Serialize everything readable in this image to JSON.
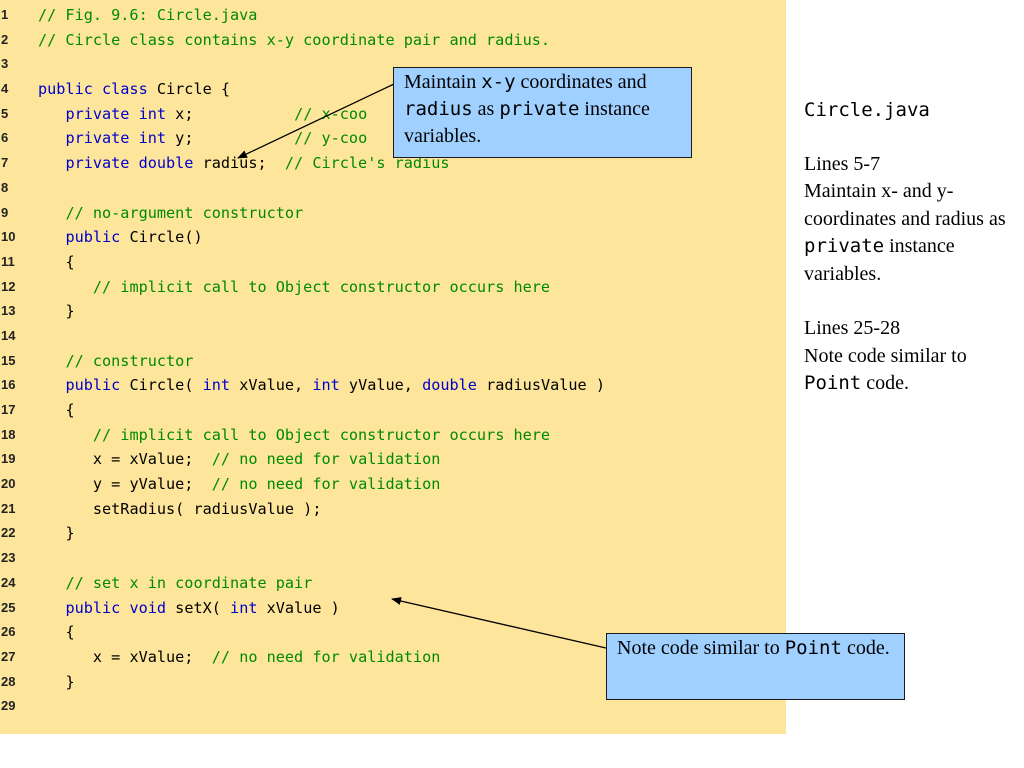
{
  "line_numbers": [
    "1",
    "2",
    "3",
    "4",
    "5",
    "6",
    "7",
    "8",
    "9",
    "10",
    "11",
    "12",
    "13",
    "14",
    "15",
    "16",
    "17",
    "18",
    "19",
    "20",
    "21",
    "22",
    "23",
    "24",
    "25",
    "26",
    "27",
    "28",
    "29"
  ],
  "code": {
    "l1": "// Fig. 9.6: Circle.java",
    "l2": "// Circle class contains x-y coordinate pair and radius.",
    "l4_kw": "public class",
    "l4_rest": " Circle {",
    "l5_kw": "private int",
    "l5_rest": " x;",
    "l5_cm": "// x-coo",
    "l6_kw": "private int",
    "l6_rest": " y;",
    "l6_cm": "// y-coo",
    "l7_kw": "private double",
    "l7_rest": " radius;",
    "l7_cm": "// Circle's radius",
    "l9": "// no-argument constructor",
    "l10_kw": "public",
    "l10_rest": " Circle()",
    "l11": "{",
    "l12": "// implicit call to Object constructor occurs here",
    "l13": "}",
    "l15": "// constructor",
    "l16_kw1": "public",
    "l16_a": " Circle( ",
    "l16_kw2": "int",
    "l16_b": " xValue, ",
    "l16_kw3": "int",
    "l16_c": " yValue, ",
    "l16_kw4": "double",
    "l16_d": " radiusValue )",
    "l17": "{",
    "l18": "// implicit call to Object constructor occurs here",
    "l19_code": "x = xValue;",
    "l19_cm": "// no need for validation",
    "l20_code": "y = yValue;",
    "l20_cm": "// no need for validation",
    "l21": "setRadius( radiusValue );",
    "l22": "}",
    "l24": "// set x in coordinate pair",
    "l25_kw1": "public void",
    "l25_a": " setX( ",
    "l25_kw2": "int",
    "l25_b": " xValue )",
    "l26": "{",
    "l27_code": "x = xValue;",
    "l27_cm": "// no need for validation",
    "l28": "}"
  },
  "callout_top": {
    "t1": "Maintain ",
    "m1": "x-y",
    "t2": " coordinates and ",
    "m2": "radius",
    "t3": " as ",
    "m3": "private",
    "t4": " instance variables."
  },
  "callout_bottom": {
    "t1": "Note code similar to ",
    "m1": "Point",
    "t2": " code."
  },
  "side": {
    "file": "Circle.java",
    "lines_a": "Lines 5-7",
    "desc_a1": "Maintain x- and y-coordinates and radius as ",
    "desc_a_mono": "private",
    "desc_a2": " instance variables.",
    "lines_b": "Lines 25-28",
    "desc_b1": "Note code similar to ",
    "desc_b_mono": "Point",
    "desc_b2": " code."
  },
  "colors": {
    "code_background": "#fde59b",
    "callout_background": "#9fd0ff",
    "keyword": "#0000cc",
    "comment": "#008a00"
  }
}
